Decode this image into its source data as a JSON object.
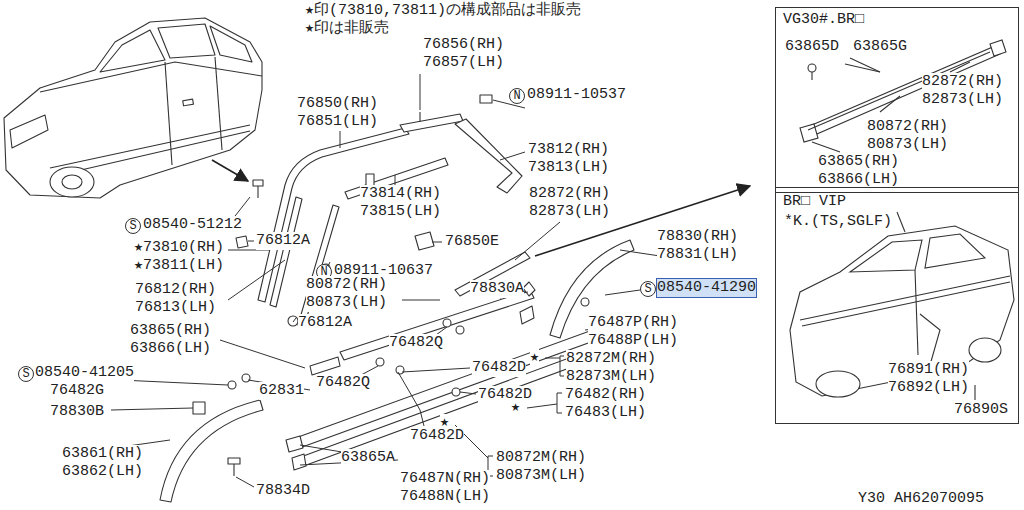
{
  "diagram": {
    "nodes": [
      {
        "text": [
          "VG30#.BR□",
          "63865D",
          "63865G",
          "82872(RH) 82873(LH)",
          "80872(RH) 80873(LH)",
          "63865(RH) 63866(LH)"
        ]
      },
      {
        "text": [
          "BR□ VIP",
          "*K.(TS,SGLF)",
          "76891(RH) 76892(LH)",
          "76890S"
        ]
      }
    ],
    "labels": [
      "★印(73810,73811)の構成部品は非販売",
      "★印は非販売",
      "76856(RH) 76857(LH)",
      "76850(RH) 76851(LH)",
      "N",
      "08911-10537",
      "73812(RH) 73813(LH)",
      "73814(RH) 73815(LH)",
      "82872(RH) 82873(LH)",
      "S",
      "08540-51212",
      "★73810(RH) ★73811(LH)",
      "76812A",
      "76850E",
      "N",
      "08911-10637",
      "78830(RH) 78831(LH)",
      "76812(RH) 76813(LH)",
      "80872(RH) 80873(LH)",
      "78830A",
      "S",
      "08540-41290",
      "76812A",
      "63865(RH) 63866(LH)",
      "76487P(RH) 76488P(LH)",
      "76482Q",
      "★",
      "82872M(RH) 82873M(LH)",
      "76482D",
      "S",
      "08540-41205",
      "76482Q",
      "76482G",
      "62831",
      "76482D",
      "76482(RH) 76483(LH)",
      "★",
      "78830B",
      "63861(RH) 63862(LH)",
      "★",
      "76482D",
      "63865A",
      "80872M(RH) 80873M(LH)",
      "78834D",
      "76487N(RH) 76488N(LH)",
      "Y30 AH62070095"
    ]
  }
}
